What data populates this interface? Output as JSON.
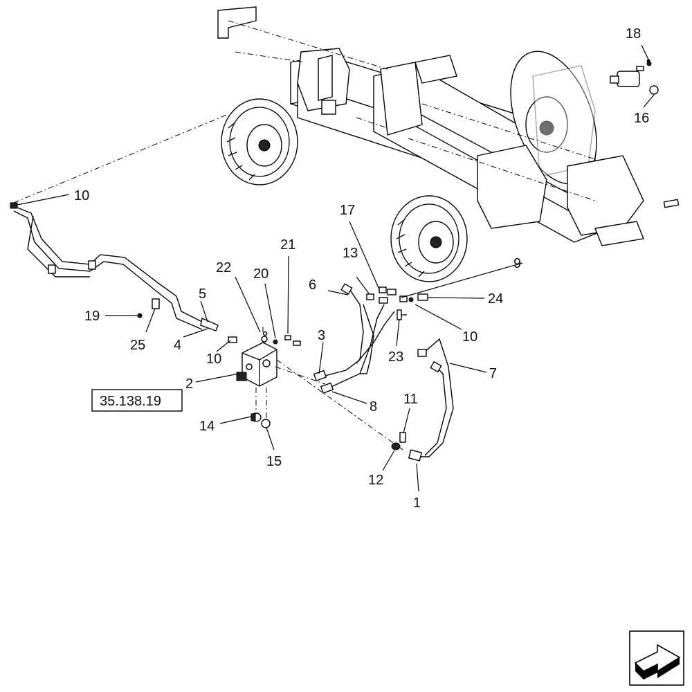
{
  "reference_box": {
    "text": "35.138.19"
  },
  "callouts": [
    {
      "id": "c18",
      "text": "18"
    },
    {
      "id": "c16",
      "text": "16"
    },
    {
      "id": "c10a",
      "text": "10"
    },
    {
      "id": "c17",
      "text": "17"
    },
    {
      "id": "c21",
      "text": "21"
    },
    {
      "id": "c22",
      "text": "22"
    },
    {
      "id": "c20",
      "text": "20"
    },
    {
      "id": "c13",
      "text": "13"
    },
    {
      "id": "c9",
      "text": "9"
    },
    {
      "id": "c6",
      "text": "6"
    },
    {
      "id": "c24",
      "text": "24"
    },
    {
      "id": "c5",
      "text": "5"
    },
    {
      "id": "c19",
      "text": "19"
    },
    {
      "id": "c25",
      "text": "25"
    },
    {
      "id": "c4",
      "text": "4"
    },
    {
      "id": "c10b",
      "text": "10"
    },
    {
      "id": "c3",
      "text": "3"
    },
    {
      "id": "c10c",
      "text": "10"
    },
    {
      "id": "c23",
      "text": "23"
    },
    {
      "id": "c7",
      "text": "7"
    },
    {
      "id": "c2",
      "text": "2"
    },
    {
      "id": "c8",
      "text": "8"
    },
    {
      "id": "c11",
      "text": "11"
    },
    {
      "id": "c14",
      "text": "14"
    },
    {
      "id": "c15",
      "text": "15"
    },
    {
      "id": "c12",
      "text": "12"
    },
    {
      "id": "c1",
      "text": "1"
    }
  ],
  "nav_icon": {
    "name": "next-page-arrow-icon"
  }
}
